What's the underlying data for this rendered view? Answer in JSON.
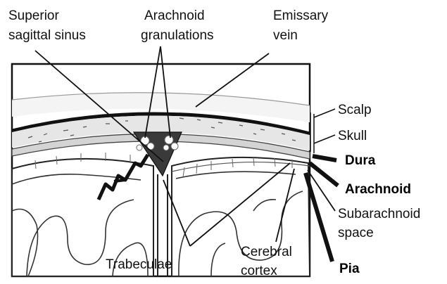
{
  "labels": {
    "superior_sagittal_sinus": [
      "Superior",
      "sagittal sinus"
    ],
    "arachnoid_granulations": [
      "Arachnoid",
      "granulations"
    ],
    "emissary_vein": [
      "Emissary",
      "vein"
    ],
    "scalp": "Scalp",
    "skull": "Skull",
    "dura": "Dura",
    "arachnoid": "Arachnoid",
    "subarachnoid_space": [
      "Subarachnoid",
      "space"
    ],
    "pia": "Pia",
    "trabeculae": "Trabeculae",
    "cerebral_cortex": [
      "Cerebral",
      "cortex"
    ]
  },
  "colors": {
    "ink": "#111111",
    "skull_fill": "#e6e6e6",
    "dura_fill": "#d4d4d4",
    "sinus_fill": "#3a3a3a",
    "background": "#ffffff"
  }
}
